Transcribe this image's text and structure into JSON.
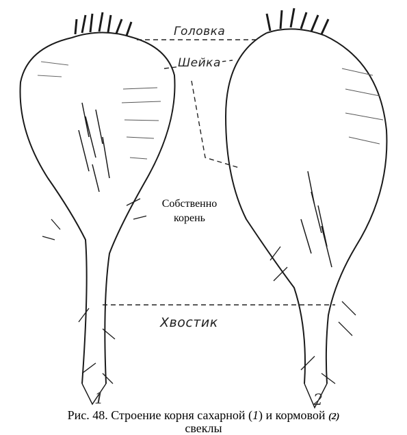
{
  "labels": {
    "golovka": "Головка",
    "sheika": "Шейка",
    "root_proper": "Собственно корень",
    "tail": "Хвостик"
  },
  "markers": {
    "beet1": "1",
    "beet2": "2"
  },
  "caption": {
    "prefix": "Рис. 48. Строение корня сахарной (",
    "num1": "1",
    "middle": ") и кормовой ",
    "num2": "(2)",
    "suffix": " свеклы"
  }
}
